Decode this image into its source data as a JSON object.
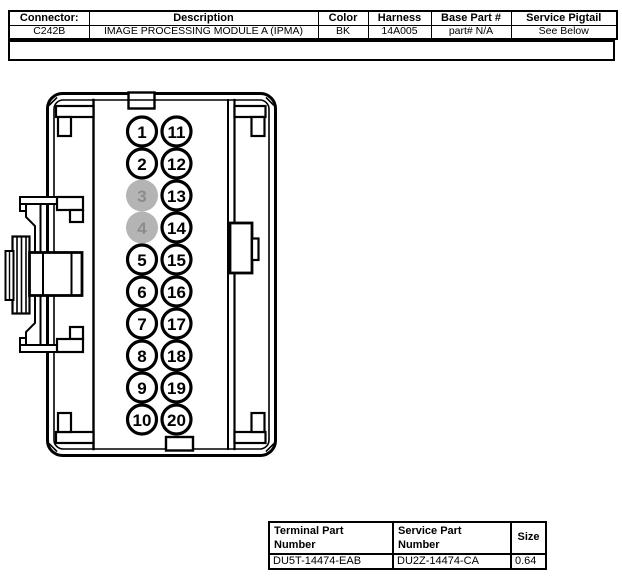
{
  "info_table": {
    "headers": [
      "Connector:",
      "Description",
      "Color",
      "Harness",
      "Base Part #",
      "Service Pigtail"
    ],
    "values": [
      "C242B",
      "IMAGE PROCESSING MODULE A (IPMA)",
      "BK",
      "14A005",
      "part# N/A",
      "See Below"
    ]
  },
  "connector_diagram": {
    "description": "20-pin connector face view, two columns of pins",
    "pins": [
      {
        "number": "1",
        "grayed": false
      },
      {
        "number": "2",
        "grayed": false
      },
      {
        "number": "3",
        "grayed": true
      },
      {
        "number": "4",
        "grayed": true
      },
      {
        "number": "5",
        "grayed": false
      },
      {
        "number": "6",
        "grayed": false
      },
      {
        "number": "7",
        "grayed": false
      },
      {
        "number": "8",
        "grayed": false
      },
      {
        "number": "9",
        "grayed": false
      },
      {
        "number": "10",
        "grayed": false
      },
      {
        "number": "11",
        "grayed": false
      },
      {
        "number": "12",
        "grayed": false
      },
      {
        "number": "13",
        "grayed": false
      },
      {
        "number": "14",
        "grayed": false
      },
      {
        "number": "15",
        "grayed": false
      },
      {
        "number": "16",
        "grayed": false
      },
      {
        "number": "17",
        "grayed": false
      },
      {
        "number": "18",
        "grayed": false
      },
      {
        "number": "19",
        "grayed": false
      },
      {
        "number": "20",
        "grayed": false
      }
    ],
    "colors": {
      "line": "#000000",
      "pin_fill": "#ffffff",
      "pin_number": "#000000",
      "grayed_fill": "#b4b4b4",
      "grayed_number": "#8c8c8c"
    }
  },
  "terminal_table": {
    "headers": [
      "Terminal Part Number",
      "Service Part Number",
      "Size"
    ],
    "values": [
      "DU5T-14474-EAB",
      "DU2Z-14474-CA",
      "0.64"
    ]
  }
}
